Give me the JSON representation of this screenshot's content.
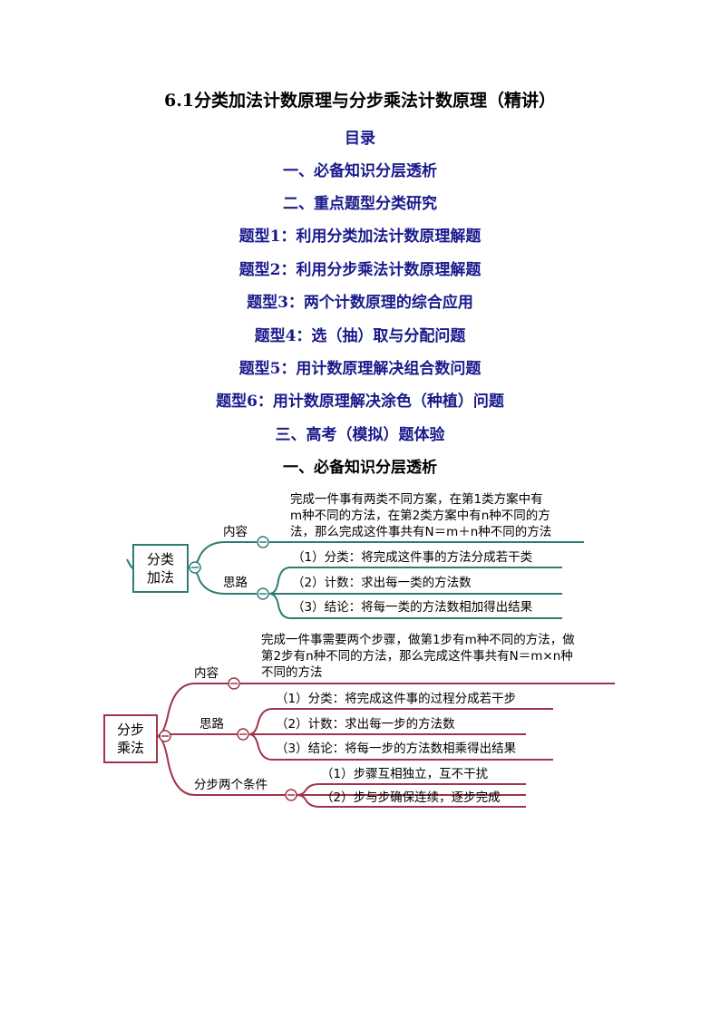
{
  "title": "6.1分类加法计数原理与分步乘法计数原理（精讲）",
  "toc": {
    "heading": "目录",
    "items": [
      "一、必备知识分层透析",
      "二、重点题型分类研究",
      "题型1：利用分类加法计数原理解题",
      "题型2：利用分步乘法计数原理解题",
      "题型3：两个计数原理的综合应用",
      "题型4：选（抽）取与分配问题",
      "题型5：用计数原理解决组合数问题",
      "题型6：用计数原理解决涂色（种植）问题",
      "三、高考（模拟）题体验"
    ]
  },
  "section1_heading": "一、必备知识分层透析",
  "colors": {
    "toc": "#1a1a8c",
    "map1": "#2e7d74",
    "map2": "#a0344a"
  },
  "map1": {
    "root": "分类加法",
    "branch_content": "内容",
    "content_lines": [
      "完成一件事有两类不同方案，在第1类方案中有",
      "m种不同的方法，在第2类方案中有n种不同的方",
      "法，那么完成这件事共有N＝m＋n种不同的方法"
    ],
    "branch_thinking": "思路",
    "thinking": [
      "（1）分类：将完成这件事的方法分成若干类",
      "（2）计数：求出每一类的方法数",
      "（3）结论：将每一类的方法数相加得出结果"
    ]
  },
  "map2": {
    "root": "分步乘法",
    "branch_content": "内容",
    "content_lines": [
      "完成一件事需要两个步骤，做第1步有m种不同的方法，做",
      "第2步有n种不同的方法，那么完成这件事共有N＝m×n种",
      "不同的方法"
    ],
    "branch_thinking": "思路",
    "thinking": [
      "（1）分类：将完成这件事的过程分成若干步",
      "（2）计数：求出每一步的方法数",
      "（3）结论：将每一步的方法数相乘得出结果"
    ],
    "branch_conditions": "分步两个条件",
    "conditions": [
      "（1）步骤互相独立，互不干扰",
      "（2）步与步确保连续，逐步完成"
    ]
  }
}
